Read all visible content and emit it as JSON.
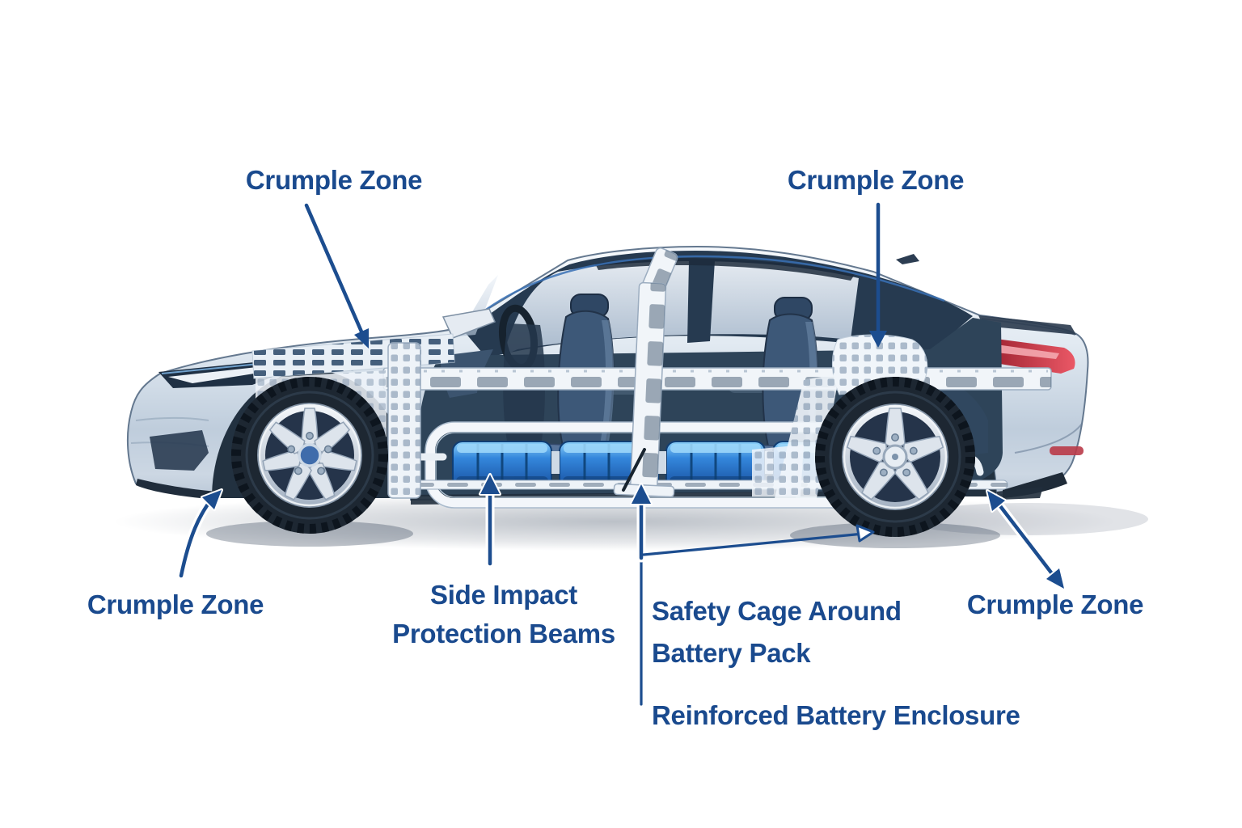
{
  "diagram": {
    "subject": "Electric car safety structure cutaway illustration",
    "labels": {
      "crumple_front_top": "Crumple Zone",
      "crumple_rear_top": "Crumple Zone",
      "crumple_front_bottom": "Crumple Zone",
      "crumple_rear_bottom": "Crumple Zone",
      "side_impact_line1": "Side Impact",
      "side_impact_line2": "Protection Beams",
      "safety_cage_line1": "Safety Cage Around",
      "safety_cage_line2": "Battery Pack",
      "reinforced_enclosure": "Reinforced Battery Enclosure"
    },
    "colors": {
      "label_text": "#1a4a8e",
      "arrow": "#1c4d8f",
      "battery_blue": "#2e7fd6",
      "car_body_silver": "#d7e1ec",
      "cabin_dark": "#2e4459",
      "lattice_white": "#f1f5f9",
      "taillight_red": "#d64250",
      "background": "#ffffff"
    }
  }
}
